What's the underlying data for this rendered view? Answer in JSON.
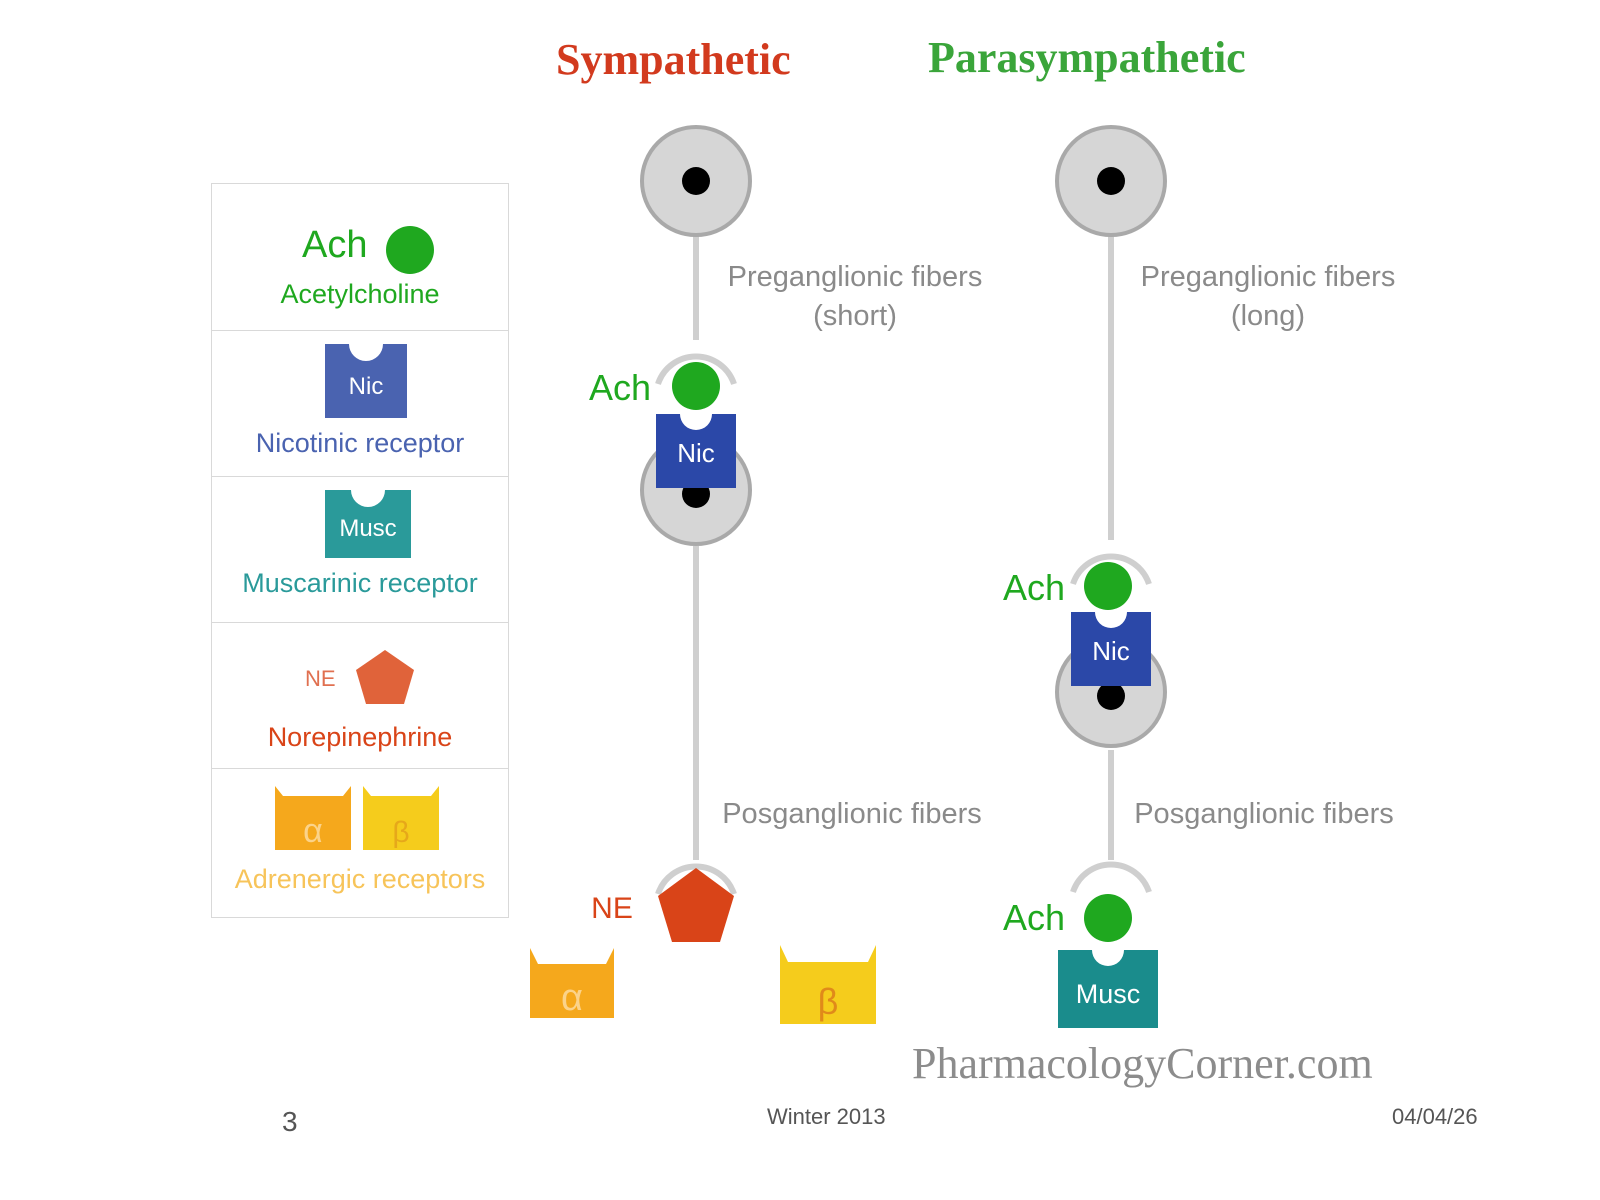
{
  "titles": {
    "sympathetic": "Sympathetic",
    "parasympathetic": "Parasympathetic"
  },
  "legend": {
    "ach": {
      "symbol": "Ach",
      "name": "Acetylcholine"
    },
    "nic": {
      "symbol": "Nic",
      "name": "Nicotinic receptor"
    },
    "musc": {
      "symbol": "Musc",
      "name": "Muscarinic receptor"
    },
    "ne": {
      "symbol": "NE",
      "name": "Norepinephrine"
    },
    "adrenergic": {
      "alpha": "α",
      "beta": "β",
      "name": "Adrenergic receptors"
    }
  },
  "sympathetic_pathway": {
    "preganglionic_label": "Preganglionic fibers",
    "preganglionic_length": "(short)",
    "postganglionic_label": "Posganglionic fibers",
    "synapse1_transmitter": "Ach",
    "synapse1_receptor": "Nic",
    "synapse2_transmitter": "NE",
    "receptor_alpha": "α",
    "receptor_beta": "β"
  },
  "parasympathetic_pathway": {
    "preganglionic_label": "Preganglionic fibers",
    "preganglionic_length": "(long)",
    "postganglionic_label": "Posganglionic fibers",
    "synapse1_transmitter": "Ach",
    "synapse1_receptor": "Nic",
    "synapse2_transmitter": "Ach",
    "synapse2_receptor": "Musc"
  },
  "watermark": "PharmacologyCorner.com",
  "footer": {
    "page_number": "3",
    "center_text": "Winter 2013",
    "date": "04/04/26"
  },
  "colors": {
    "sympathetic_title": "#d23a1e",
    "parasympathetic_title": "#3aa53a",
    "acetylcholine": "#1fa81f",
    "nicotinic": "#2b48a8",
    "muscarinic": "#1a8c8c",
    "norepinephrine": "#d94418",
    "alpha_receptor": "#f5a81c",
    "beta_receptor": "#f5cc1c",
    "neuron_body": "#d6d6d6",
    "fiber": "#cfcfcf"
  }
}
